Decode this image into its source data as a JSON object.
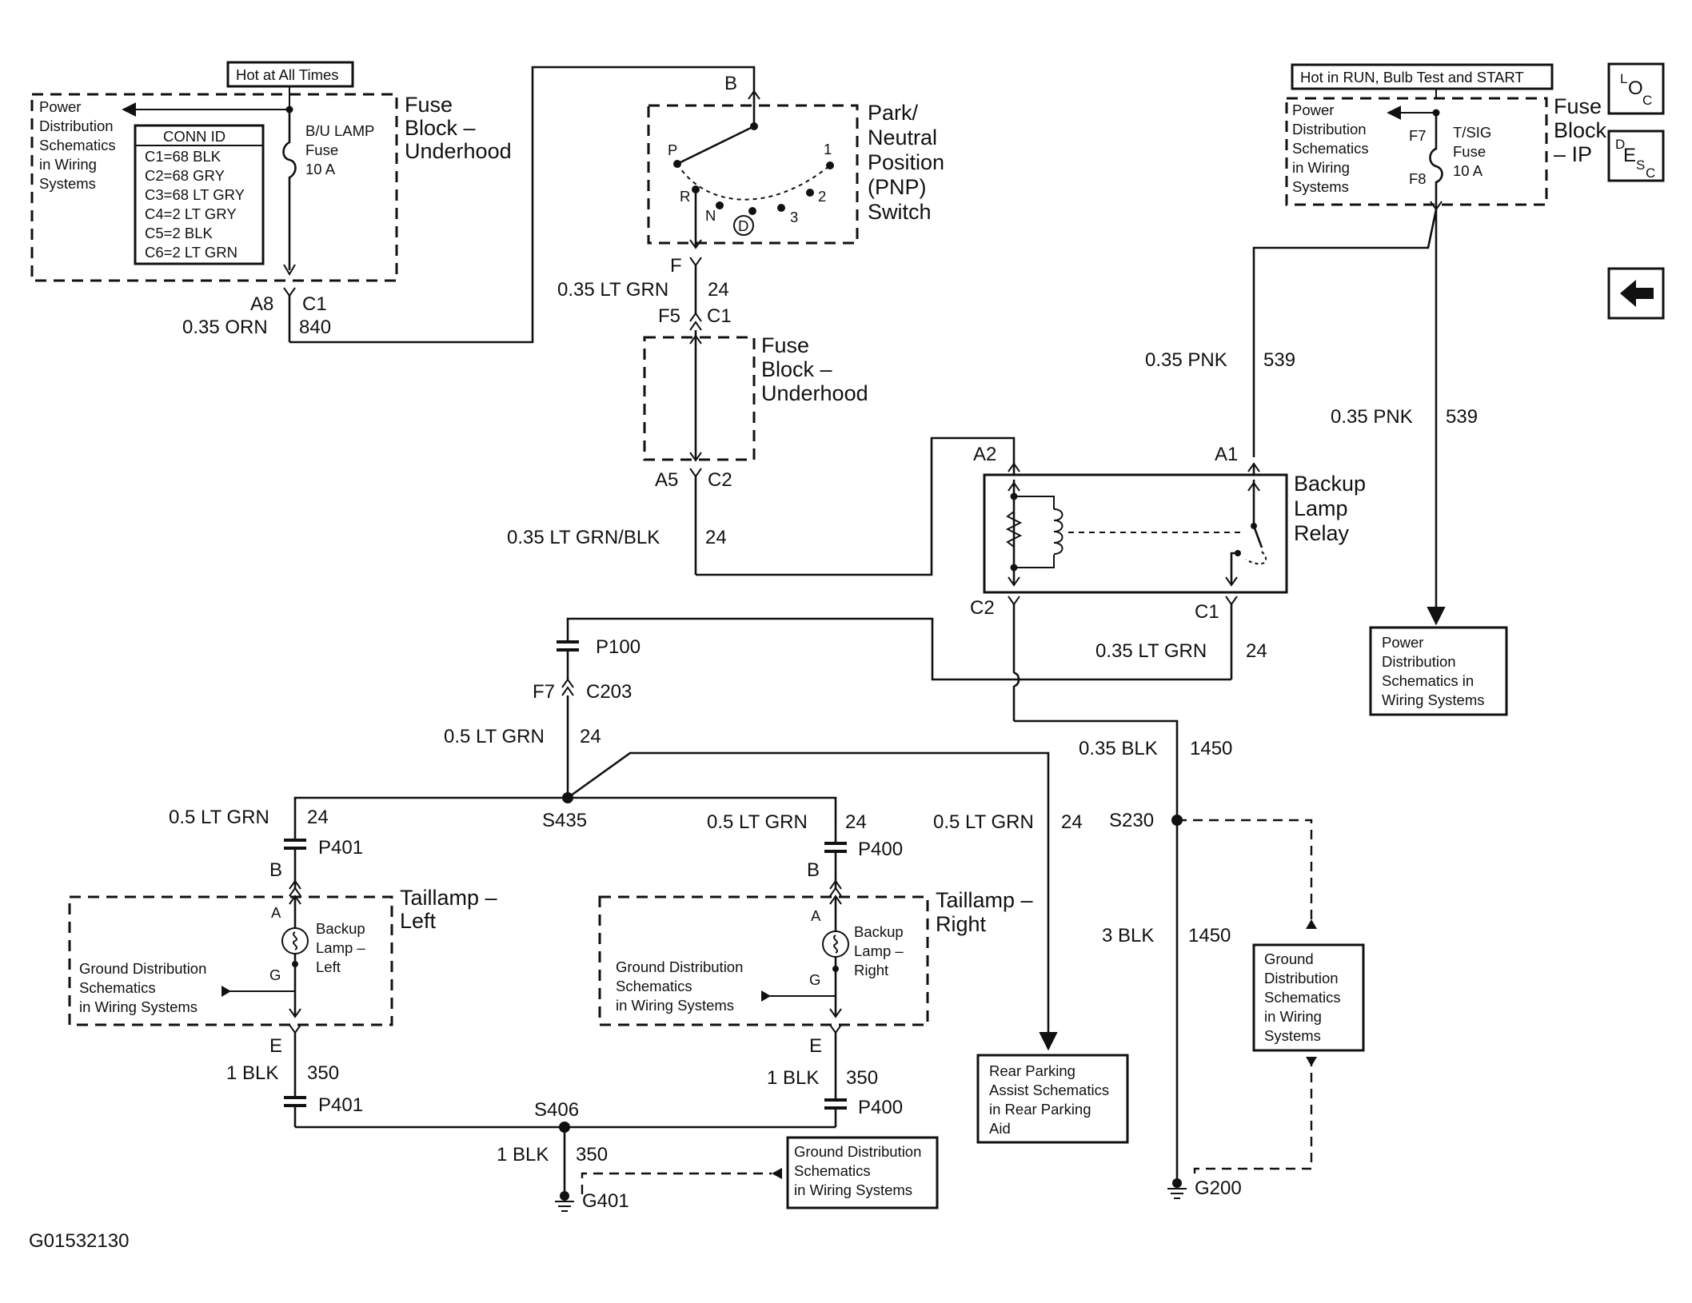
{
  "diagram_id": "G01532130",
  "nav": {
    "loc": [
      "L",
      "O",
      "C"
    ],
    "desc": [
      "D",
      "E",
      "S",
      "C"
    ],
    "back_icon": "left-arrow-icon"
  },
  "fuse_underhood_top": {
    "hot_label": "Hot at All Times",
    "block_name": [
      "Fuse",
      "Block –",
      "Underhood"
    ],
    "power_ref": [
      "Power",
      "Distribution",
      "Schematics",
      "in Wiring",
      "Systems"
    ],
    "conn_title": "CONN ID",
    "conn_rows": [
      "C1=68 BLK",
      "C2=68 GRY",
      "C3=68 LT GRY",
      "C4=2 LT GRY",
      "C5=2 BLK",
      "C6=2 LT GRN"
    ],
    "fuse_label": [
      "B/U LAMP",
      "Fuse",
      "10 A"
    ],
    "pin": "A8",
    "conn": "C1",
    "wire_color": "0.35 ORN",
    "circuit": "840"
  },
  "pnp_switch": {
    "name": [
      "Park/",
      "Neutral",
      "Position",
      "(PNP)",
      "Switch"
    ],
    "pin_top": "B",
    "pin_bottom": "F",
    "positions": [
      "P",
      "R",
      "N",
      "D",
      "3",
      "2",
      "1"
    ],
    "wire_color": "0.35 LT GRN",
    "circuit": "24"
  },
  "fuse_underhood_mid": {
    "block_name": [
      "Fuse",
      "Block –",
      "Underhood"
    ],
    "pin_in": "F5",
    "conn_in": "C1",
    "pin_out": "A5",
    "conn_out": "C2",
    "wire_color": "0.35 LT GRN/BLK",
    "circuit": "24"
  },
  "fuse_ip": {
    "hot_label": "Hot in RUN, Bulb Test and START",
    "block_name": [
      "Fuse",
      "Block",
      "– IP"
    ],
    "power_ref": [
      "Power",
      "Distribution",
      "Schematics",
      "in Wiring",
      "Systems"
    ],
    "pin_in": "F7",
    "pin_out": "F8",
    "fuse_label": [
      "T/SIG",
      "Fuse",
      "10 A"
    ],
    "wire_a_color": "0.35 PNK",
    "wire_a_circuit": "539",
    "wire_b_color": "0.35 PNK",
    "wire_b_circuit": "539",
    "power_ref_bottom": [
      "Power",
      "Distribution",
      "Schematics in",
      "Wiring Systems"
    ]
  },
  "relay": {
    "name": [
      "Backup",
      "Lamp",
      "Relay"
    ],
    "pin_a2": "A2",
    "pin_a1": "A1",
    "pin_c2": "C2",
    "pin_c1": "C1",
    "out_wire_color": "0.35 LT GRN",
    "out_circuit": "24",
    "gnd_wire_color": "0.35 BLK",
    "gnd_circuit": "1450"
  },
  "harness": {
    "p100": "P100",
    "f7": "F7",
    "c203": "C203",
    "wire_color": "0.5 LT GRN",
    "circuit": "24",
    "splice": "S435"
  },
  "left_lamp": {
    "wire_color": "0.5 LT GRN",
    "circuit": "24",
    "conn": "P401",
    "pin_b": "B",
    "pin_a": "A",
    "pin_g": "G",
    "pin_e": "E",
    "name": [
      "Taillamp –",
      "Left"
    ],
    "bulb": [
      "Backup",
      "Lamp –",
      "Left"
    ],
    "gnd_ref": [
      "Ground Distribution",
      "Schematics",
      "in Wiring Systems"
    ],
    "gnd_wire": "1 BLK",
    "gnd_circuit": "350",
    "gnd_conn": "P401"
  },
  "right_lamp": {
    "wire_color": "0.5 LT GRN",
    "circuit": "24",
    "conn": "P400",
    "pin_b": "B",
    "pin_a": "A",
    "pin_g": "G",
    "pin_e": "E",
    "name": [
      "Taillamp –",
      "Right"
    ],
    "bulb": [
      "Backup",
      "Lamp –",
      "Right"
    ],
    "gnd_ref": [
      "Ground Distribution",
      "Schematics",
      "in Wiring Systems"
    ],
    "gnd_wire": "1 BLK",
    "gnd_circuit": "350",
    "gnd_conn": "P400"
  },
  "rpa": {
    "wire_color": "0.5 LT GRN",
    "circuit": "24",
    "ref": [
      "Rear Parking",
      "Assist Schematics",
      "in Rear Parking",
      "Aid"
    ]
  },
  "ground_left": {
    "splice": "S406",
    "wire": "1 BLK",
    "circuit": "350",
    "ground": "G401",
    "ref": [
      "Ground Distribution",
      "Schematics",
      "in Wiring Systems"
    ]
  },
  "ground_right": {
    "splice": "S230",
    "wire": "3 BLK",
    "circuit": "1450",
    "ground": "G200",
    "ref": [
      "Ground",
      "Distribution",
      "Schematics",
      "in Wiring",
      "Systems"
    ]
  }
}
